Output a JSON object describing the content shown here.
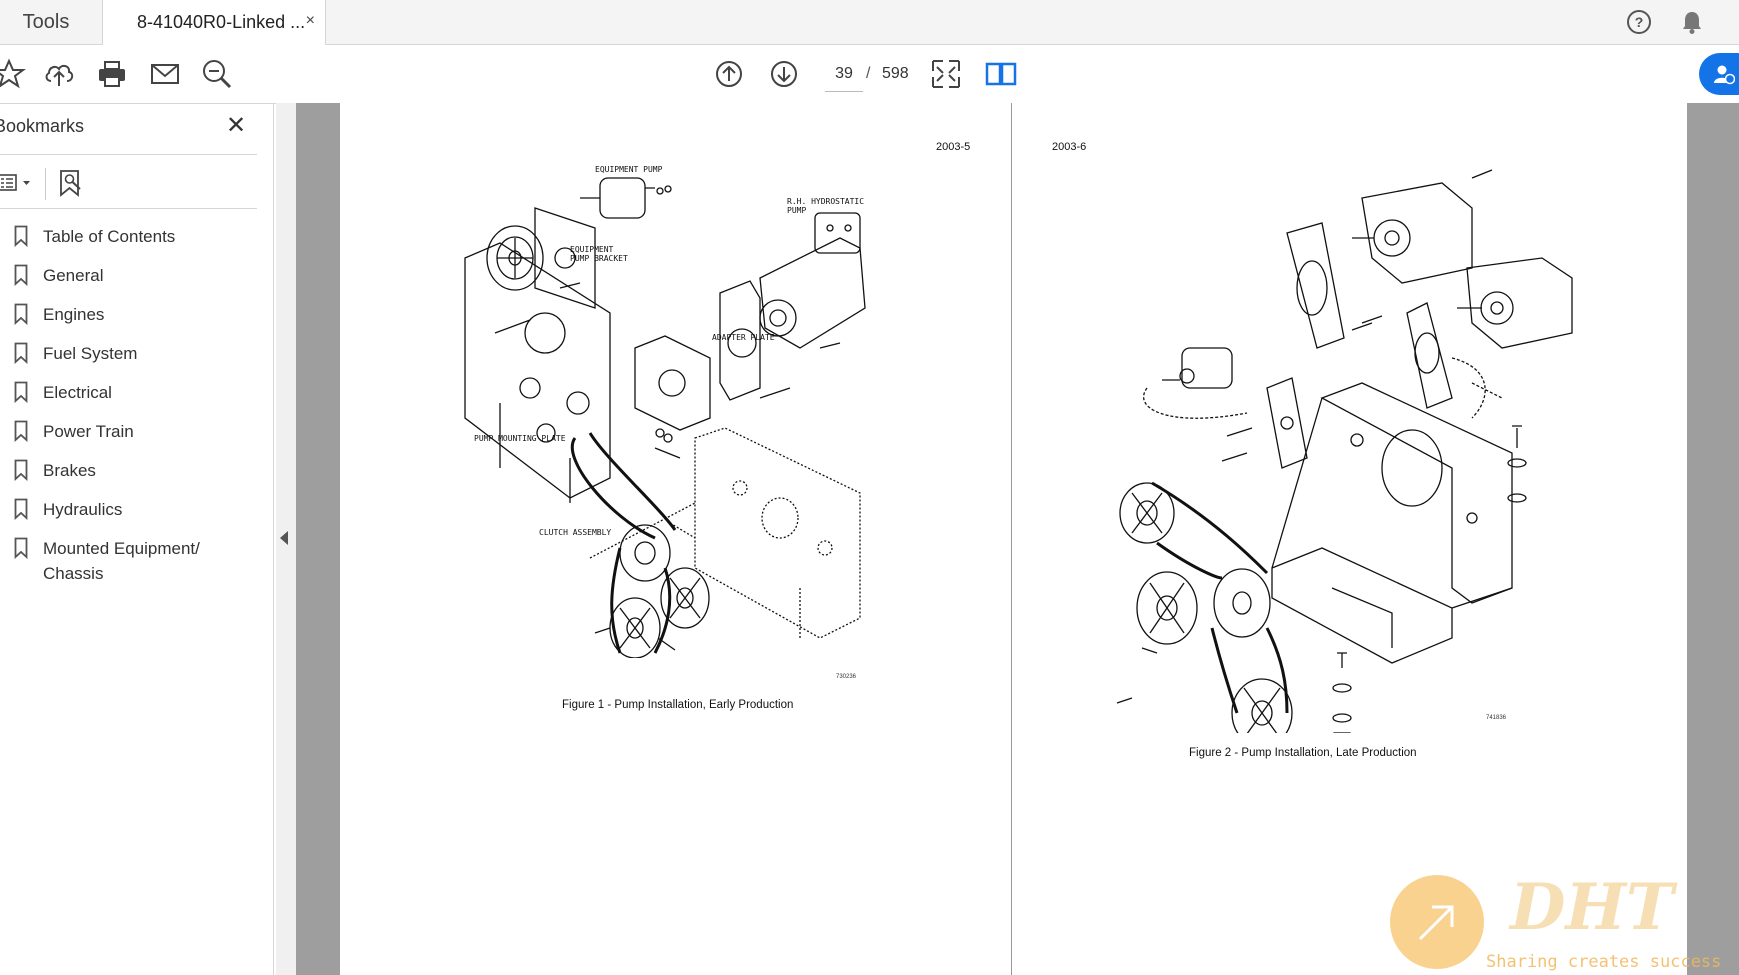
{
  "tabs": {
    "tools_label": "Tools",
    "doc_label": "8-41040R0-Linked ...",
    "close_glyph": "×"
  },
  "toolbar": {
    "current_page": "39",
    "separator": "/",
    "total_pages": "598"
  },
  "sidebar": {
    "title": "Bookmarks",
    "close_glyph": "✕",
    "items": [
      {
        "label": "Table of Contents"
      },
      {
        "label": "General"
      },
      {
        "label": "Engines"
      },
      {
        "label": "Fuel System"
      },
      {
        "label": "Electrical"
      },
      {
        "label": "Power Train"
      },
      {
        "label": "Brakes"
      },
      {
        "label": "Hydraulics"
      },
      {
        "label": "Mounted Equipment/ Chassis"
      }
    ]
  },
  "document": {
    "left_page": {
      "page_number": "2003-5",
      "caption": "Figure 1 - Pump Installation, Early Production",
      "labels": {
        "equipment_pump": "EQUIPMENT PUMP",
        "rh_hydrostatic_pump_1": "R.H. HYDROSTATIC",
        "rh_hydrostatic_pump_2": "PUMP",
        "equipment_pump_bracket_1": "EQUIPMENT",
        "equipment_pump_bracket_2": "PUMP BRACKET",
        "adapter_plate": "ADAPTER PLATE",
        "pump_mounting_plate": "PUMP MOUNTING PLATE",
        "clutch_assembly": "CLUTCH ASSEMBLY"
      },
      "figure_code": "730236"
    },
    "right_page": {
      "page_number": "2003-6",
      "caption": "Figure 2 - Pump Installation, Late Production",
      "figure_code": "741836"
    }
  },
  "watermark": {
    "logo": "DHT",
    "tagline": "Sharing creates success"
  },
  "colors": {
    "accent": "#1473e6",
    "viewer_bg": "#9e9e9e",
    "watermark": "#f7c36a"
  }
}
